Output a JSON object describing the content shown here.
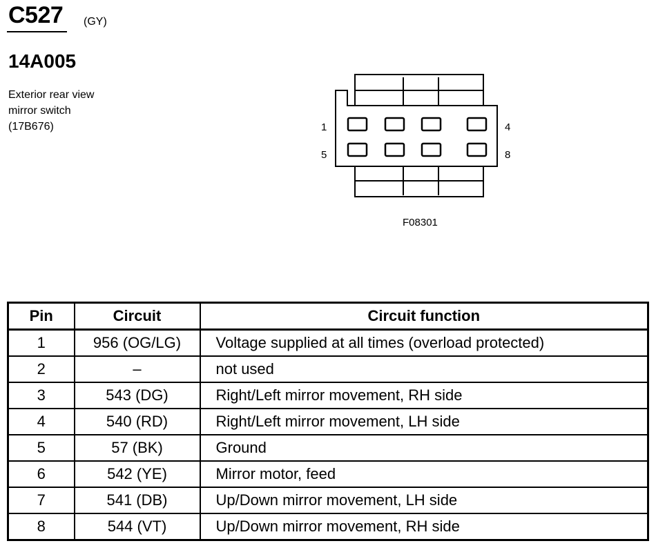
{
  "connector": {
    "id": "C527",
    "color_code": "(GY)",
    "part_number": "14A005",
    "component_lines": [
      "Exterior rear view",
      "mirror switch",
      "(17B676)"
    ]
  },
  "diagram": {
    "figure_id": "F08301",
    "pin_labels": {
      "top_left": "1",
      "top_right": "4",
      "bottom_left": "5",
      "bottom_right": "8"
    }
  },
  "table": {
    "headers": [
      "Pin",
      "Circuit",
      "Circuit function"
    ],
    "rows": [
      {
        "pin": "1",
        "circuit": "956 (OG/LG)",
        "function": "Voltage supplied at all times (overload protected)"
      },
      {
        "pin": "2",
        "circuit": "–",
        "function": "not used"
      },
      {
        "pin": "3",
        "circuit": "543 (DG)",
        "function": "Right/Left mirror movement, RH side"
      },
      {
        "pin": "4",
        "circuit": "540 (RD)",
        "function": "Right/Left mirror movement, LH side"
      },
      {
        "pin": "5",
        "circuit": "57 (BK)",
        "function": "Ground"
      },
      {
        "pin": "6",
        "circuit": "542 (YE)",
        "function": "Mirror motor, feed"
      },
      {
        "pin": "7",
        "circuit": "541 (DB)",
        "function": "Up/Down mirror movement, LH side"
      },
      {
        "pin": "8",
        "circuit": "544 (VT)",
        "function": "Up/Down mirror movement, RH side"
      }
    ]
  }
}
